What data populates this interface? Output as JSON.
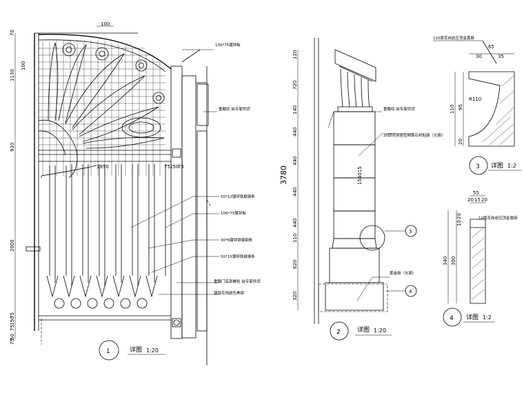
{
  "detail1": {
    "top_dim": "100",
    "left_dims": [
      "70",
      "1130",
      "100",
      "920",
      "2005",
      "75",
      "150",
      "75",
      "50",
      "75"
    ],
    "inner_dims": [
      "1950",
      "75",
      "150",
      "75"
    ],
    "labels": [
      "100*75镀锌板",
      "重载纹 由专家供货",
      "50*12镀锌铁扁钢条",
      "100*75镀锌板",
      "30*6镀锌铁扁钢条",
      "50*15镀锌铁扁钢条",
      "重载门底部螺栓 由专家供货",
      "铸铁花饰颜色黑铜"
    ],
    "marker": "1",
    "title": "详图",
    "scale": "1:20"
  },
  "detail2": {
    "total_dim": "3780",
    "dims": [
      "120",
      "720",
      "140",
      "440",
      "440",
      "440",
      "440",
      "110",
      "620",
      "320"
    ],
    "labels": [
      "重载纹 由专家供货",
      "20厚花岗岩拉丝面石材贴面（光面）",
      "黄金麻（光面）"
    ],
    "center_dim": "154015",
    "callout3": "3",
    "callout4": "4",
    "marker": "2",
    "title": "详图",
    "scale": "1:20"
  },
  "detail3": {
    "label": "110厚花岗岩压顶金黄麻",
    "dims": [
      "65",
      "30",
      "35",
      "95",
      "110",
      "20"
    ],
    "radius": "R110",
    "marker": "3",
    "title": "详图",
    "scale": "1:2"
  },
  "detail4": {
    "label": "10厚花岗岩压顶金黄麻",
    "dims": [
      "55",
      "20",
      "15",
      "20",
      "20",
      "10",
      "340",
      "300"
    ],
    "marker": "4",
    "title": "详图",
    "scale": "1:2"
  }
}
